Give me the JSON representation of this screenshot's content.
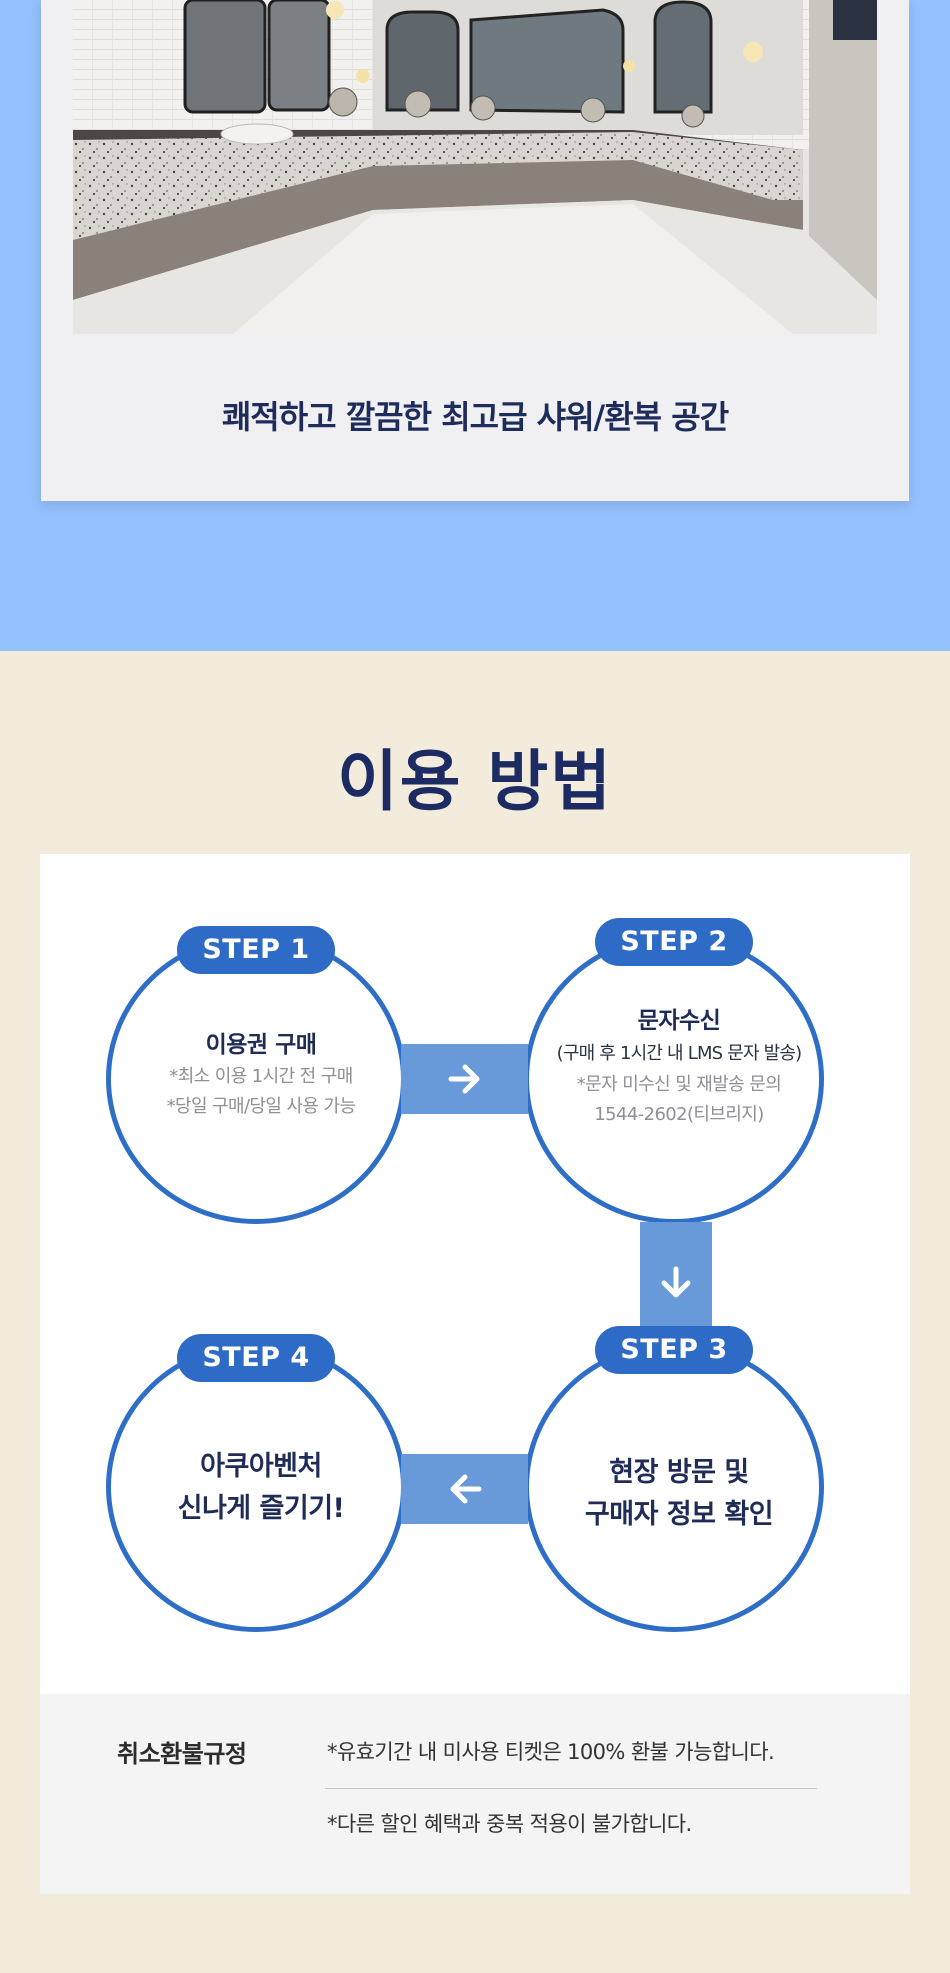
{
  "photo": {
    "caption": "쾌적하고 깔끔한 최고급 샤워/환복 공간"
  },
  "usage": {
    "title": "이용 방법",
    "steps": [
      {
        "badge": "STEP 1",
        "title": "이용권 구매",
        "notes": [
          "*최소 이용 1시간 전 구매",
          "*당일 구매/당일 사용 가능"
        ]
      },
      {
        "badge": "STEP 2",
        "title": "문자수신",
        "detail": "(구매 후 1시간 내 LMS 문자 발송)",
        "notes": [
          "*문자 미수신 및 재발송 문의",
          "1544-2602(티브리지)"
        ]
      },
      {
        "badge": "STEP 3",
        "lines": [
          "현장 방문 및",
          "구매자 정보 확인"
        ]
      },
      {
        "badge": "STEP 4",
        "lines": [
          "아쿠아벤처",
          "신나게 즐기기!"
        ]
      }
    ]
  },
  "refund": {
    "title": "취소환불규정",
    "items": [
      "*유효기간 내 미사용 티켓은 100% 환불 가능합니다.",
      "*다른 할인 혜택과 중복 적용이 불가합니다."
    ]
  },
  "icons": {
    "arrow_1_2": "arrow-right-icon",
    "arrow_2_3": "arrow-down-icon",
    "arrow_3_4": "arrow-left-icon"
  },
  "colors": {
    "top_background": "#94c0fb",
    "page_background": "#f3ecdd",
    "step_blue": "#2e6bc6",
    "arrow_blue": "#6899d8",
    "navy_text": "#1d2b63"
  }
}
